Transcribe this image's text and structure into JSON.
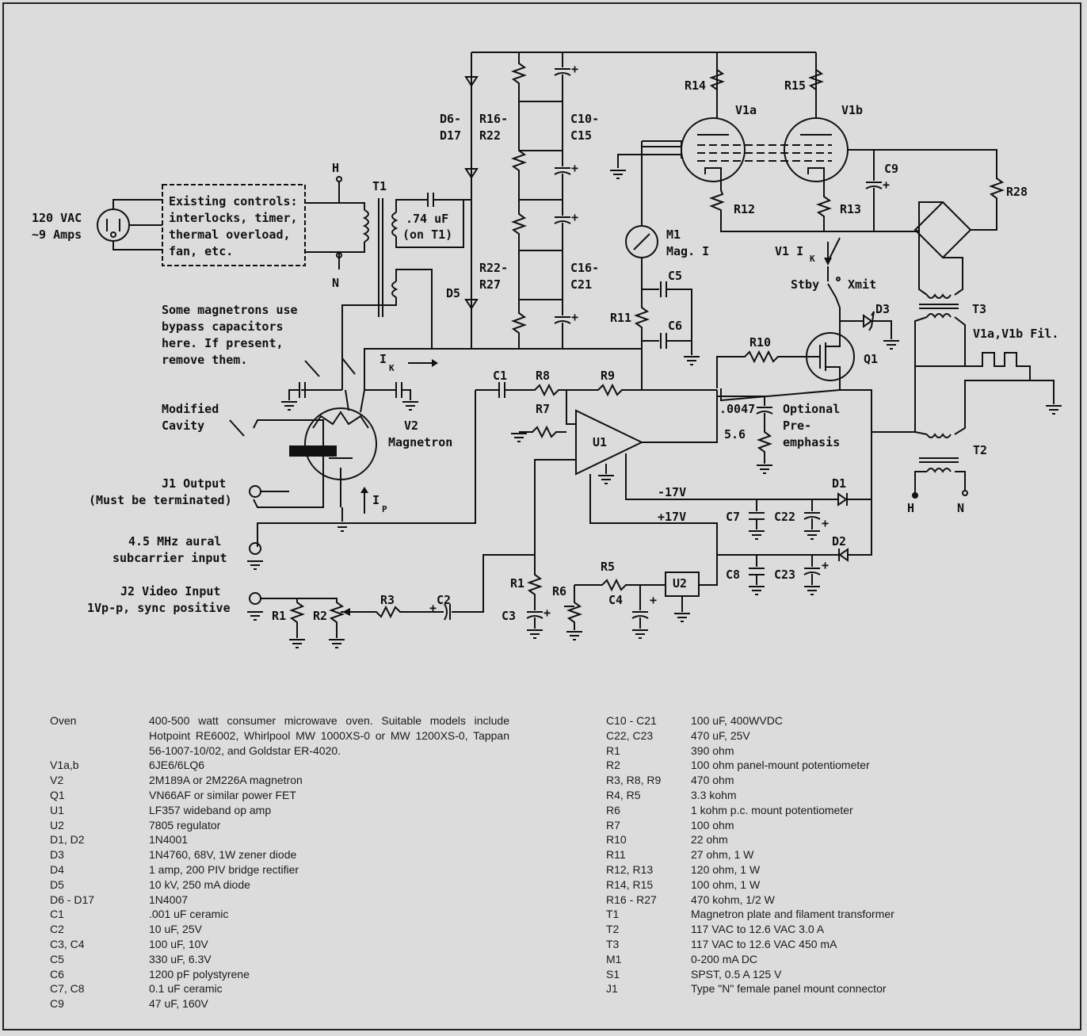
{
  "labels": {
    "vac120": "120 VAC",
    "amps": "~9 Amps",
    "existing1": "Existing controls:",
    "existing2": "interlocks, timer,",
    "existing3": "thermal overload,",
    "existing4": "fan, etc.",
    "H": "H",
    "N": "N",
    "T1": "T1",
    "cap74a": ".74 uF",
    "cap74b": "(on T1)",
    "D6": "D6-",
    "D17": "D17",
    "R16": "R16-",
    "R22": "R22",
    "C10": "C10-",
    "C15": "C15",
    "R22b": "R22-",
    "R27": "R27",
    "C16": "C16-",
    "C21": "C21",
    "D5": "D5",
    "R14": "R14",
    "R15": "R15",
    "V1a": "V1a",
    "V1b": "V1b",
    "C9": "C9",
    "R28": "R28",
    "R12": "R12",
    "R13": "R13",
    "M1": "M1",
    "MagI": "Mag. I",
    "V1IK": "V1 I",
    "K": "K",
    "Stby": "Stby",
    "Xmit": "Xmit",
    "D3": "D3",
    "C5": "C5",
    "C6": "C6",
    "R11": "R11",
    "T3": "T3",
    "Fil": "V1a,V1b Fil.",
    "R10": "R10",
    "Q1": "Q1",
    "bypass1": "Some magnetrons use",
    "bypass2": "bypass capacitors",
    "bypass3": "here. If present,",
    "bypass4": "remove them.",
    "IK": "I",
    "C1": "C1",
    "R8": "R8",
    "R9": "R9",
    "R7": "R7",
    "cap0047": ".0047",
    "opt1": "Optional",
    "opt2": "Pre-",
    "opt3": "emphasis",
    "v56": "5.6",
    "mod1": "Modified",
    "mod2": "Cavity",
    "V2": "V2",
    "Magnetron": "Magnetron",
    "U1": "U1",
    "T2": "T2",
    "J1a": "J1 Output",
    "J1b": "(Must be terminated)",
    "IP": "I",
    "P": "P",
    "m17": "-17V",
    "D1": "D1",
    "H2": "H",
    "N2": "N",
    "p17": "+17V",
    "C7": "C7",
    "C22": "C22",
    "D2": "D2",
    "aural1": "4.5 MHz aural",
    "aural2": "subcarrier input",
    "C8": "C8",
    "C23": "C23",
    "R1": "R1",
    "R5": "R5",
    "U2": "U2",
    "R6": "R6",
    "C4": "C4",
    "J2a": "J2 Video Input",
    "J2b": "1Vp-p, sync positive",
    "R1b": "R1",
    "R2": "R2",
    "R3": "R3",
    "C2": "C2",
    "C3": "C3",
    "plus": "+"
  },
  "parts_left": [
    {
      "c": "Oven",
      "d": "400-500 watt consumer microwave oven. Suitable models include Hotpoint RE6002, Whirlpool MW 1000XS-0 or MW 1200XS-0, Tappan 56-1007-10/02, and Goldstar ER-4020."
    },
    {
      "c": "V1a,b",
      "d": "6JE6/6LQ6"
    },
    {
      "c": "V2",
      "d": "2M189A or 2M226A magnetron"
    },
    {
      "c": "Q1",
      "d": "VN66AF or similar power FET"
    },
    {
      "c": "U1",
      "d": "LF357 wideband op amp"
    },
    {
      "c": "U2",
      "d": "7805 regulator"
    },
    {
      "c": "D1, D2",
      "d": "1N4001"
    },
    {
      "c": "D3",
      "d": "1N4760, 68V, 1W zener diode"
    },
    {
      "c": "D4",
      "d": "1 amp, 200 PIV bridge rectifier"
    },
    {
      "c": "D5",
      "d": "10 kV, 250 mA diode"
    },
    {
      "c": "D6 - D17",
      "d": "1N4007"
    },
    {
      "c": "C1",
      "d": ".001 uF ceramic"
    },
    {
      "c": "C2",
      "d": "10 uF, 25V"
    },
    {
      "c": "C3, C4",
      "d": "100 uF, 10V"
    },
    {
      "c": "C5",
      "d": "330 uF, 6.3V"
    },
    {
      "c": "C6",
      "d": "1200 pF polystyrene"
    },
    {
      "c": "C7, C8",
      "d": "0.1 uF ceramic"
    },
    {
      "c": "C9",
      "d": "47 uF, 160V"
    }
  ],
  "parts_right": [
    {
      "c": "C10 - C21",
      "d": "100 uF, 400WVDC"
    },
    {
      "c": "C22, C23",
      "d": "470 uF, 25V"
    },
    {
      "c": "R1",
      "d": "390 ohm"
    },
    {
      "c": "R2",
      "d": "100 ohm panel-mount potentiometer"
    },
    {
      "c": "R3, R8, R9",
      "d": "470 ohm"
    },
    {
      "c": "R4, R5",
      "d": "3.3 kohm"
    },
    {
      "c": "R6",
      "d": "1 kohm p.c. mount potentiometer"
    },
    {
      "c": "R7",
      "d": "100 ohm"
    },
    {
      "c": "R10",
      "d": "22 ohm"
    },
    {
      "c": "R11",
      "d": "27 ohm, 1 W"
    },
    {
      "c": "R12, R13",
      "d": "120 ohm, 1 W"
    },
    {
      "c": "R14, R15",
      "d": "100 ohm, 1 W"
    },
    {
      "c": "R16 - R27",
      "d": "470 kohm, 1/2 W"
    },
    {
      "c": "T1",
      "d": "Magnetron plate and filament transformer"
    },
    {
      "c": "T2",
      "d": "117 VAC to 12.6 VAC 3.0 A"
    },
    {
      "c": "T3",
      "d": "117 VAC to 12.6 VAC 450 mA"
    },
    {
      "c": "M1",
      "d": "0-200 mA DC"
    },
    {
      "c": "S1",
      "d": "SPST, 0.5 A 125 V"
    },
    {
      "c": "J1",
      "d": "Type \"N\" female panel mount connector"
    }
  ]
}
